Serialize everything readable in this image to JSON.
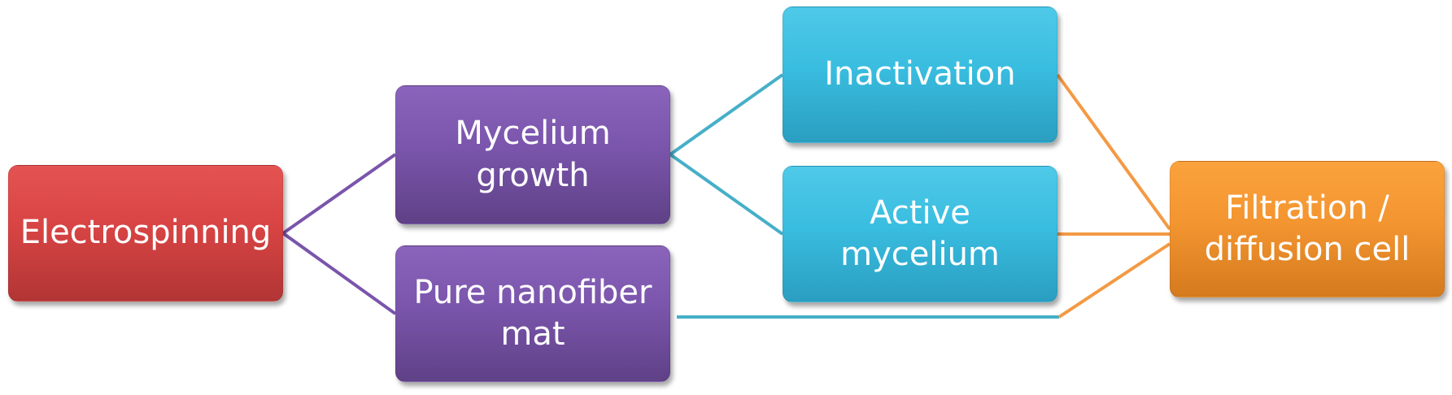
{
  "nodes": {
    "electrospinning": "Electrospinning",
    "mycelium_growth": "Mycelium\ngrowth",
    "pure_nanofiber_mat": "Pure nanofiber\nmat",
    "inactivation": "Inactivation",
    "active_mycelium": "Active\nmycelium",
    "filtration_cell": "Filtration /\ndiffusion cell"
  },
  "edges": [
    {
      "from": "electrospinning",
      "to": "mycelium_growth"
    },
    {
      "from": "electrospinning",
      "to": "pure_nanofiber_mat"
    },
    {
      "from": "mycelium_growth",
      "to": "inactivation"
    },
    {
      "from": "mycelium_growth",
      "to": "active_mycelium"
    },
    {
      "from": "pure_nanofiber_mat",
      "to": "filtration_cell"
    },
    {
      "from": "inactivation",
      "to": "filtration_cell"
    },
    {
      "from": "active_mycelium",
      "to": "filtration_cell"
    }
  ],
  "colors": {
    "electrospinning": "#d84444",
    "mycelium_growth": "#7a55ab",
    "pure_nanofiber_mat": "#7a55ab",
    "inactivation": "#39bde0",
    "active_mycelium": "#39bde0",
    "filtration_cell": "#f39530",
    "connector_purple": "#7a55ab",
    "connector_cyan": "#46afc8",
    "connector_orange": "#f39a45"
  }
}
